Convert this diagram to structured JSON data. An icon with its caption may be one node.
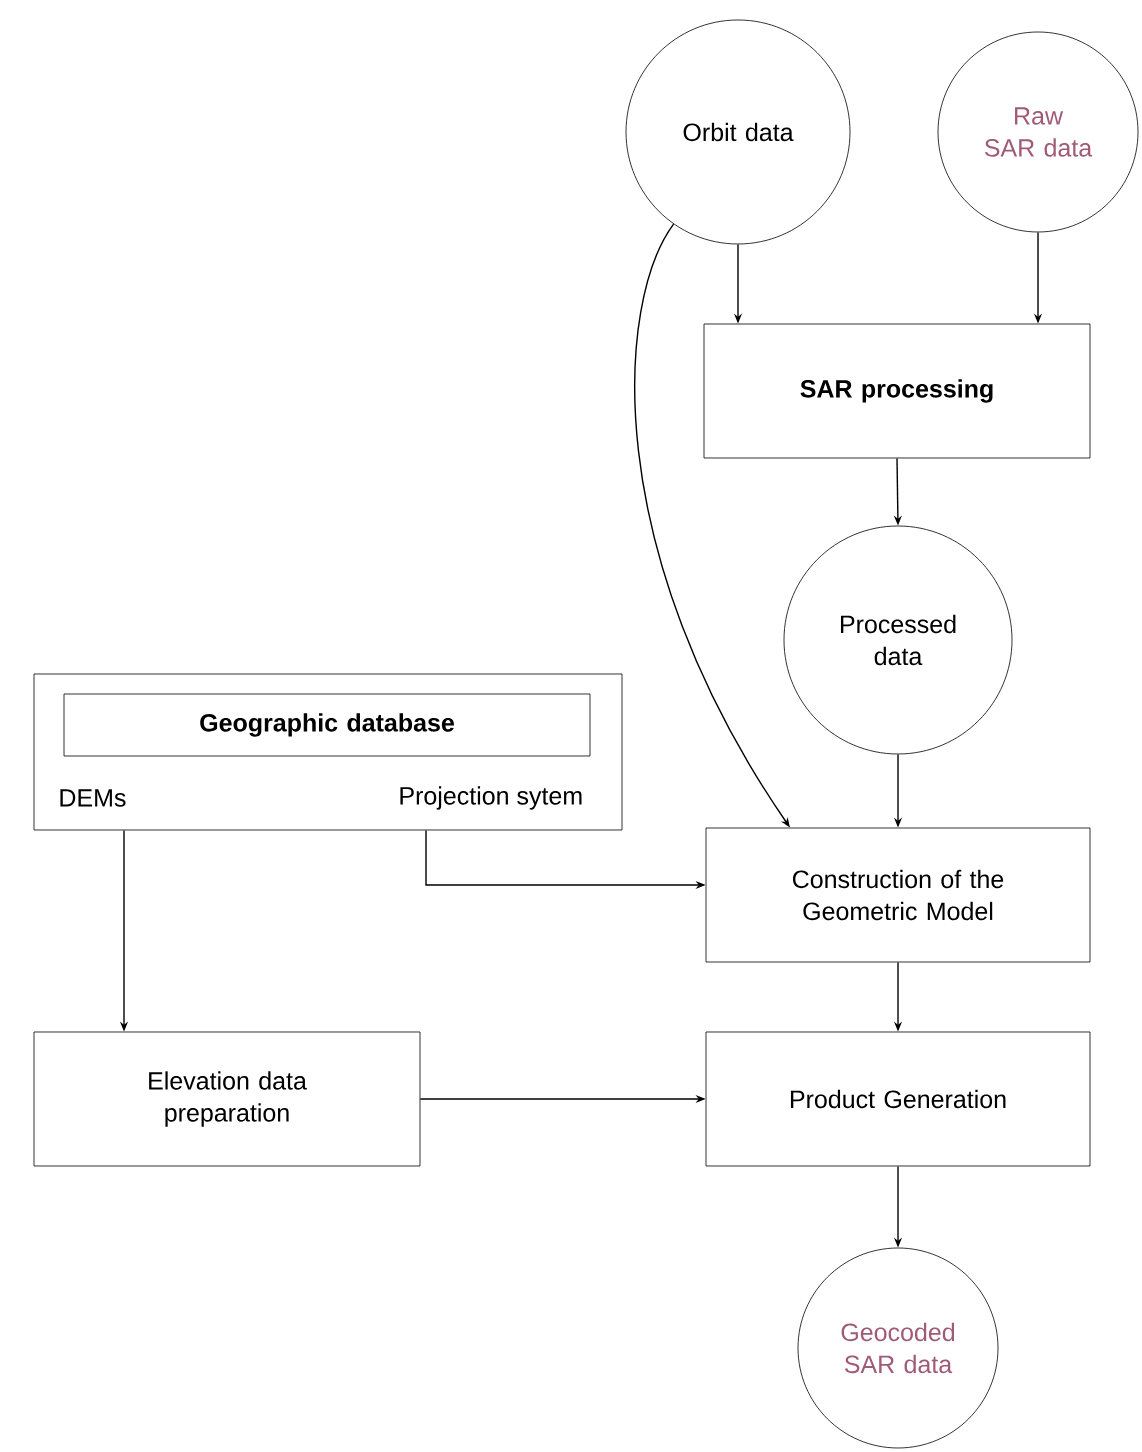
{
  "diagram": {
    "nodes": [
      {
        "text": [
          "Orbit data"
        ]
      },
      {
        "text": [
          "Raw SAR data"
        ]
      },
      {
        "text": [
          "SAR processing"
        ]
      },
      {
        "text": [
          "Processed data"
        ]
      },
      {
        "text": [
          "DEMs",
          "Projection sytem"
        ]
      },
      {
        "text": [
          "Geographic database"
        ],
        "in": 4
      },
      {
        "text": [
          "Construction of the Geometric Model"
        ]
      },
      {
        "text": [
          "Elevation data preparation"
        ]
      },
      {
        "text": [
          "Product Generation"
        ]
      },
      {
        "text": [
          "Geocoded SAR data"
        ]
      }
    ],
    "edges": [
      {
        "from": 0,
        "to": 2,
        "arrow": "to"
      },
      {
        "from": 1,
        "to": 2,
        "arrow": "to"
      },
      {
        "from": 2,
        "to": 3,
        "arrow": "to"
      },
      {
        "from": 0,
        "to": 6,
        "arrow": "to"
      },
      {
        "from": 3,
        "to": 6,
        "arrow": "to"
      },
      {
        "from": 4,
        "to": 6,
        "arrow": "to"
      },
      {
        "from": 4,
        "to": 7,
        "arrow": "to"
      },
      {
        "from": 6,
        "to": 8,
        "arrow": "to"
      },
      {
        "from": 7,
        "to": 8,
        "arrow": "to"
      },
      {
        "from": 8,
        "to": 9,
        "arrow": "to"
      }
    ]
  }
}
